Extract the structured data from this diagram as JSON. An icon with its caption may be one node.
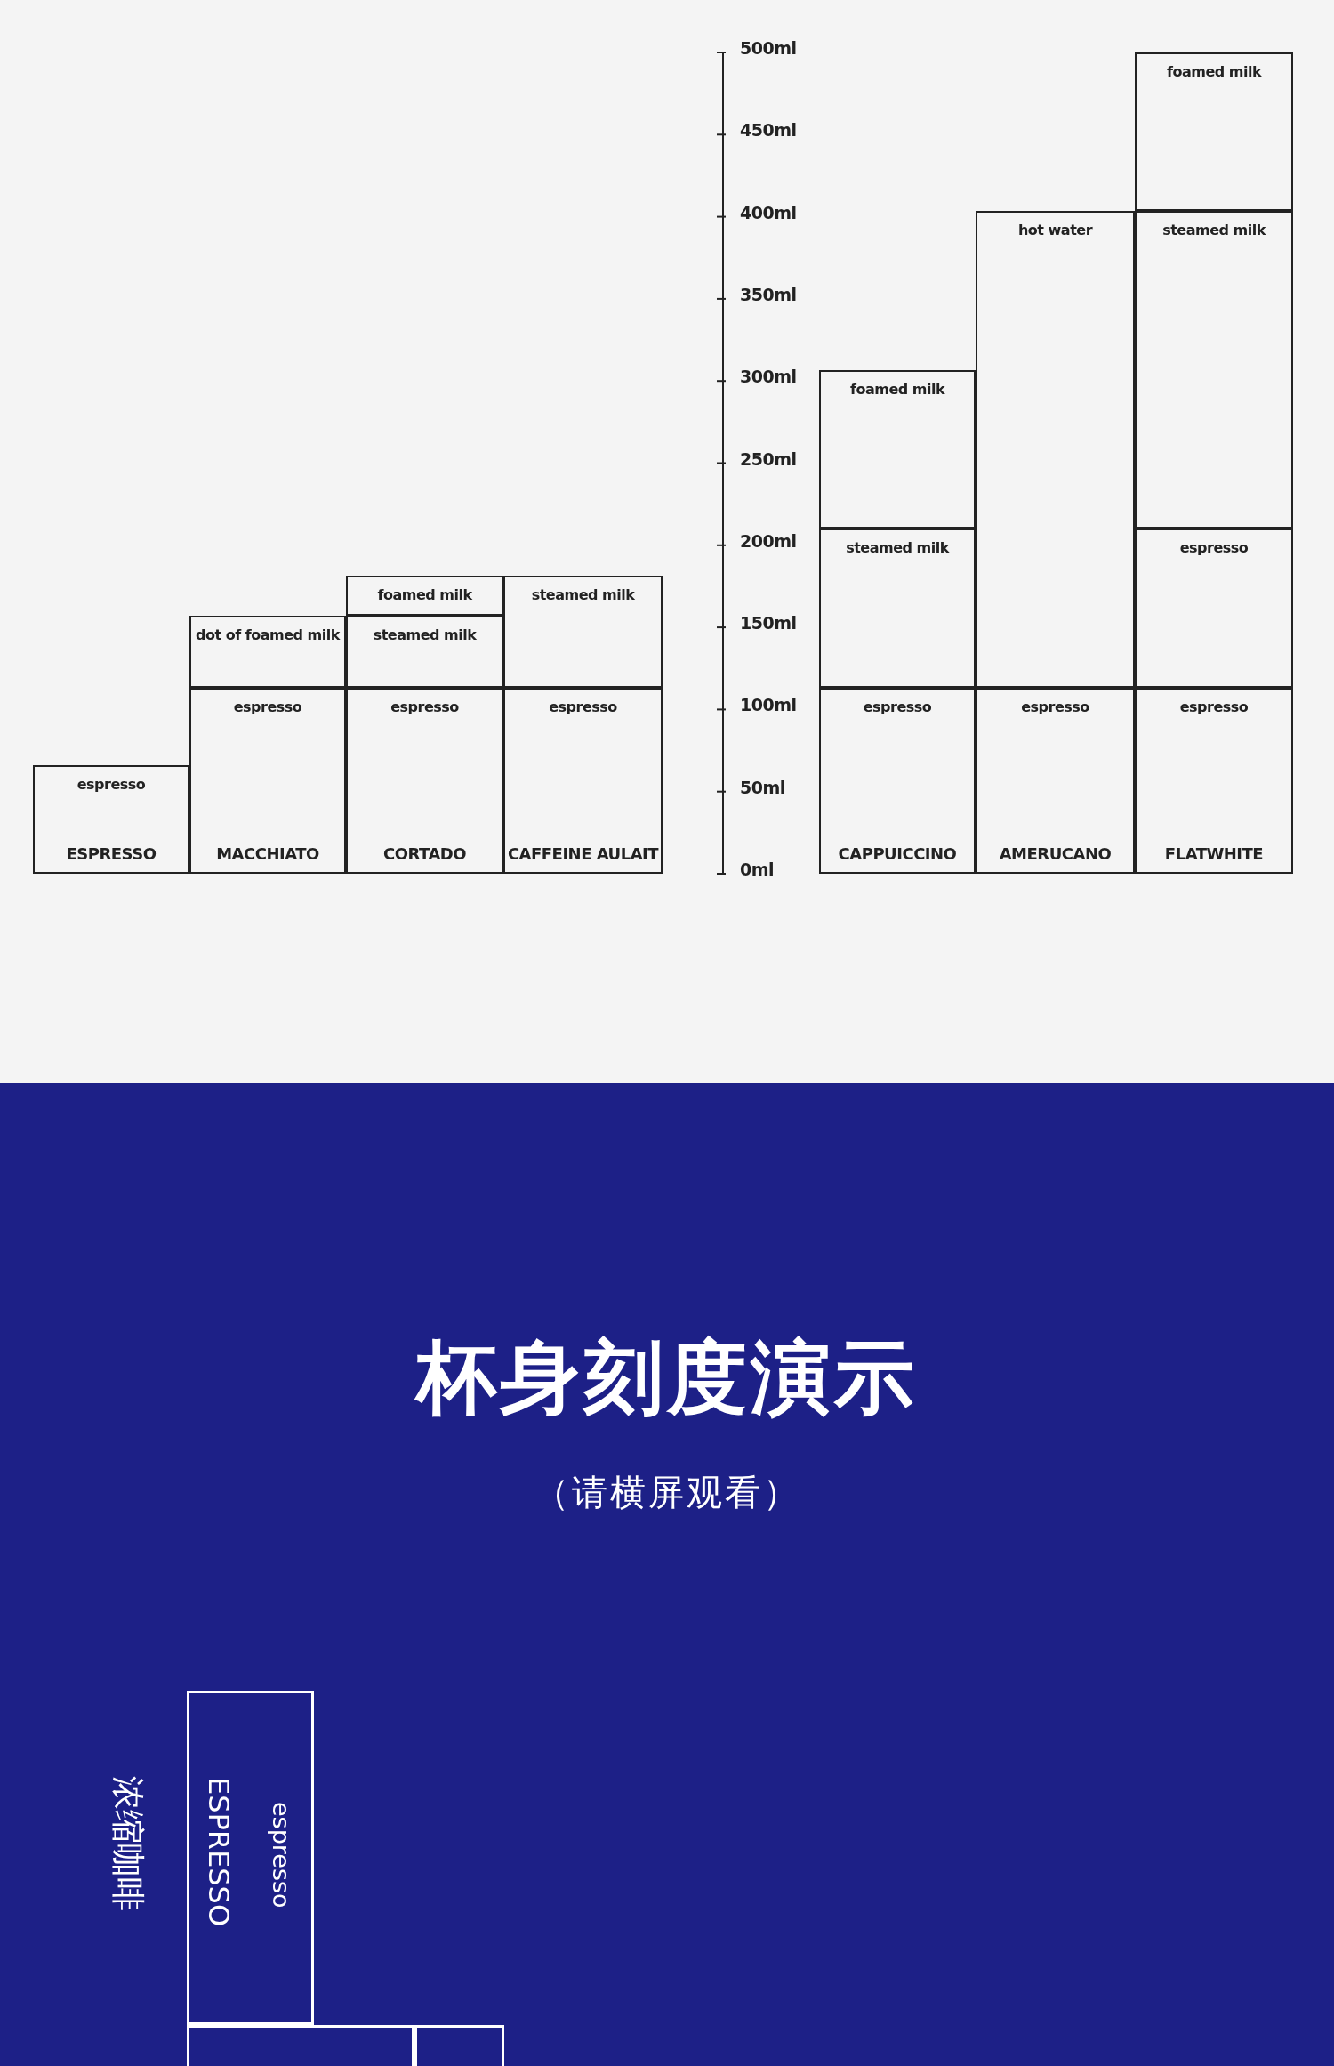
{
  "diagram": {
    "title": "杯身刻度演示",
    "nodes": [
      {
        "text": [
          "espresso",
          "ESPRESSO"
        ]
      },
      {
        "text": [
          "dot of foamed milk"
        ]
      },
      {
        "text": [
          "espresso",
          "MACCHIATO"
        ]
      },
      {
        "text": [
          "foamed milk"
        ]
      },
      {
        "text": [
          "steamed milk"
        ]
      },
      {
        "text": [
          "espresso",
          "CORTADO"
        ]
      },
      {
        "text": [
          "steamed milk"
        ]
      },
      {
        "text": [
          "espresso",
          "CAFFEINE AULAIT"
        ]
      },
      {
        "text": [
          "foamed milk"
        ]
      },
      {
        "text": [
          "steamed milk"
        ]
      },
      {
        "text": [
          "espresso",
          "CAPPUICCINO"
        ]
      },
      {
        "text": [
          "hot water"
        ]
      },
      {
        "text": [
          "espresso",
          "AMERUCANO"
        ]
      },
      {
        "text": [
          "foamed milk"
        ]
      },
      {
        "text": [
          "steamed milk"
        ]
      },
      {
        "text": [
          "espresso"
        ]
      },
      {
        "text": [
          "espresso",
          "FLATWHITE"
        ]
      },
      {
        "text": [
          "ESPRESSO",
          "espresso"
        ],
        "beside": [
          "浓缩咖啡"
        ]
      },
      {
        "text": [],
        "shape": "box"
      },
      {
        "text": [],
        "shape": "box"
      }
    ],
    "labels": [
      "500ml",
      "450ml",
      "400ml",
      "350ml",
      "300ml",
      "250ml",
      "200ml",
      "150ml",
      "100ml",
      "50ml",
      "0ml",
      "（请横屏观看）"
    ]
  }
}
